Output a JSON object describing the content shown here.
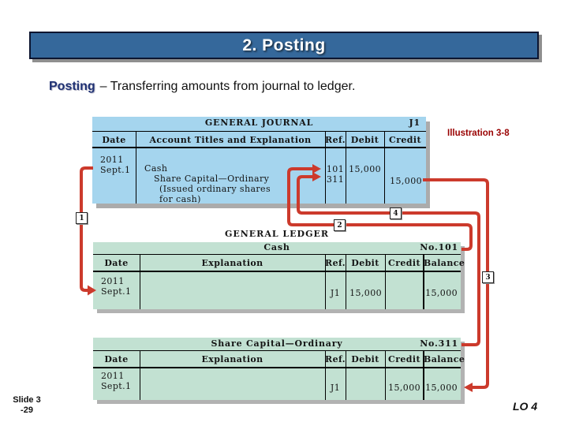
{
  "slide": {
    "title": "2. Posting",
    "subtitle_term": "Posting",
    "subtitle_rest": "– Transferring amounts from journal to ledger.",
    "illustration_label": "Illustration 3-8",
    "slide_number_line1": "Slide 3",
    "slide_number_line2": "-29",
    "lo_label": "LO 4"
  },
  "journal": {
    "title": "GENERAL JOURNAL",
    "page": "J1",
    "columns": [
      "Date",
      "Account Titles and Explanation",
      "Ref.",
      "Debit",
      "Credit"
    ],
    "entry": {
      "date_year": "2011",
      "date_day": "Sept.1",
      "line1_account": "Cash",
      "line1_ref": "101",
      "line1_debit": "15,000",
      "line2_account": "Share Capital—Ordinary",
      "line2_ref": "311",
      "line2_credit": "15,000",
      "explanation_line1": "(Issued ordinary shares",
      "explanation_line2": "for cash)"
    }
  },
  "ledger": {
    "title": "GENERAL LEDGER",
    "accounts": [
      {
        "name": "Cash",
        "number": "No.101",
        "columns": [
          "Date",
          "Explanation",
          "Ref.",
          "Debit",
          "Credit",
          "Balance"
        ],
        "entry": {
          "date_year": "2011",
          "date_day": "Sept.1",
          "ref": "J1",
          "debit": "15,000",
          "credit": "",
          "balance": "15,000"
        }
      },
      {
        "name": "Share Capital—Ordinary",
        "number": "No.311",
        "columns": [
          "Date",
          "Explanation",
          "Ref.",
          "Debit",
          "Credit",
          "Balance"
        ],
        "entry": {
          "date_year": "2011",
          "date_day": "Sept.1",
          "ref": "J1",
          "debit": "",
          "credit": "15,000",
          "balance": "15,000"
        }
      }
    ]
  },
  "connectors": {
    "labels": [
      "1",
      "2",
      "3",
      "4"
    ]
  },
  "colors": {
    "title_bar": "#35689B",
    "journal_bg": "#A5D5EE",
    "ledger_bg": "#C2E1D2",
    "arrow_red": "#CC3A2C",
    "illustration_red": "#990000",
    "term_navy": "#1F3173"
  }
}
